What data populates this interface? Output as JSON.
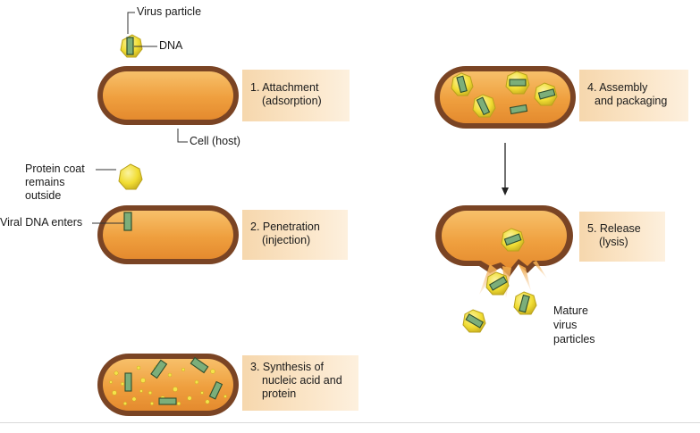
{
  "labels": {
    "virus_particle": "Virus particle",
    "dna": "DNA",
    "cell_host": "Cell (host)",
    "protein_coat": [
      "Protein coat",
      "remains",
      "outside"
    ],
    "viral_dna_enters": "Viral DNA enters",
    "mature_virus": [
      "Mature",
      "virus",
      "particles"
    ]
  },
  "steps": [
    {
      "lines": [
        "1. Attachment",
        "(adsorption)"
      ]
    },
    {
      "lines": [
        "2. Penetration",
        "(injection)"
      ]
    },
    {
      "lines": [
        "3. Synthesis of",
        "nucleic acid and",
        "protein"
      ]
    },
    {
      "lines": [
        "4. Assembly",
        "and packaging"
      ]
    },
    {
      "lines": [
        "5. Release",
        "(lysis)"
      ]
    }
  ],
  "colors": {
    "cell_fill": "#f0a440",
    "cell_wall": "#7a4424",
    "virus_fill": "#f4e23a",
    "dna_fill": "#7cae7a",
    "label_box": "#f6d7ad"
  }
}
